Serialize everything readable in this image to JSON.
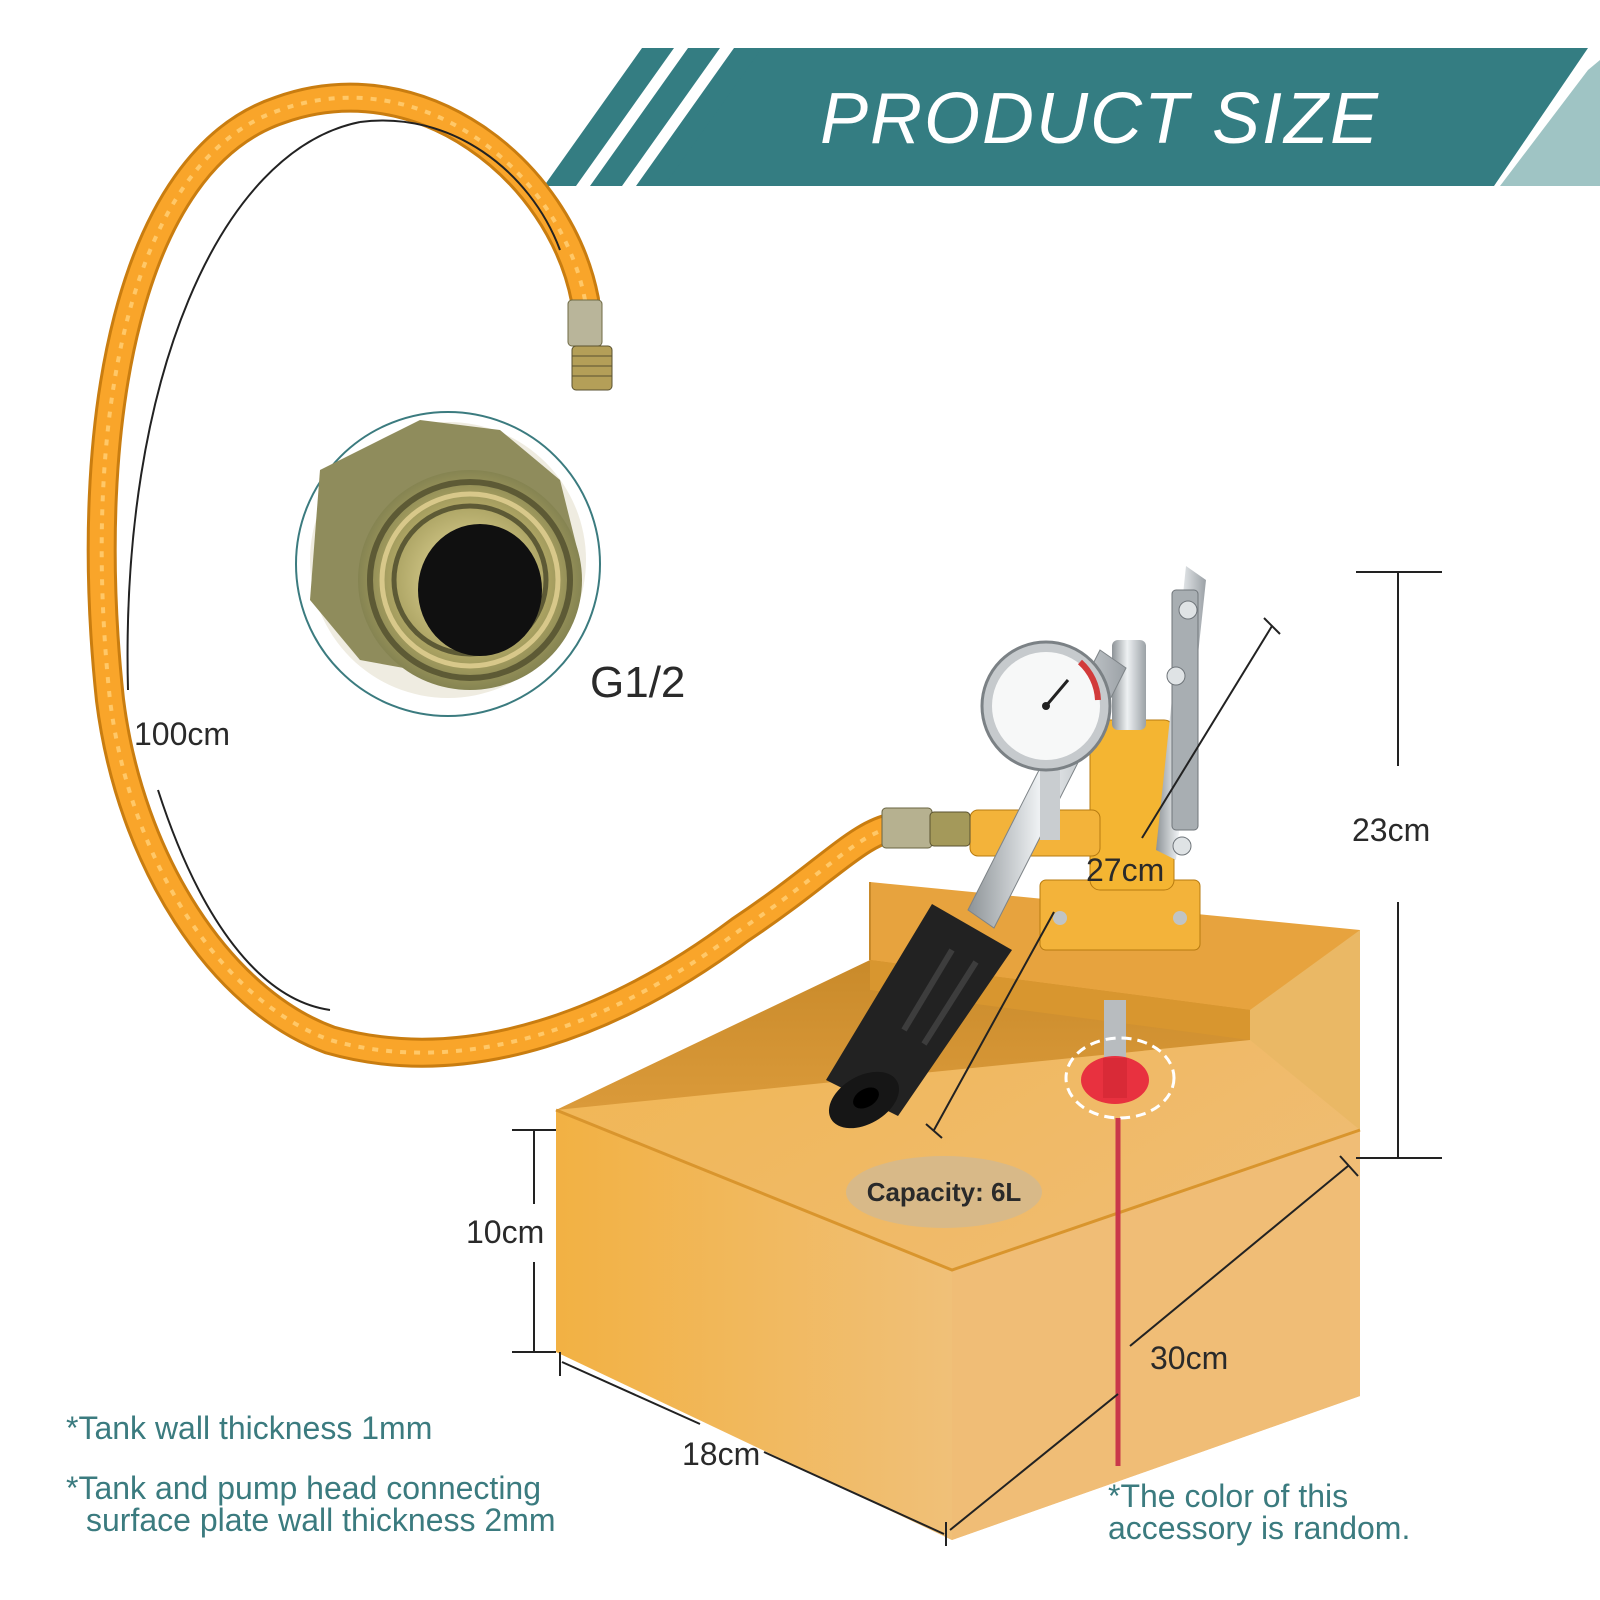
{
  "header": {
    "title": "PRODUCT SIZE"
  },
  "dimensions": {
    "hose_length": "100cm",
    "thread": "G1/2",
    "handle_length": "27cm",
    "total_height": "23cm",
    "tank_height": "10cm",
    "tank_length": "30cm",
    "tank_width": "18cm"
  },
  "badge": {
    "capacity": "Capacity: 6L"
  },
  "notes": {
    "wall_thickness": "*Tank wall thickness 1mm",
    "plate_line1": "*Tank and pump head connecting",
    "plate_line2": "surface plate wall thickness 2mm",
    "accessory_line1": "*The color of this",
    "accessory_line2": "accessory is random."
  },
  "colors": {
    "banner": "#347d82",
    "banner_light": "#9fc4c4",
    "tank": "#f0b24a",
    "hose": "#f9a52a",
    "note_text": "#3b7b7f",
    "valve": "#e8313f"
  },
  "icons": {
    "gauge": "pressure-gauge-icon",
    "thread": "threaded-fitting-icon"
  }
}
